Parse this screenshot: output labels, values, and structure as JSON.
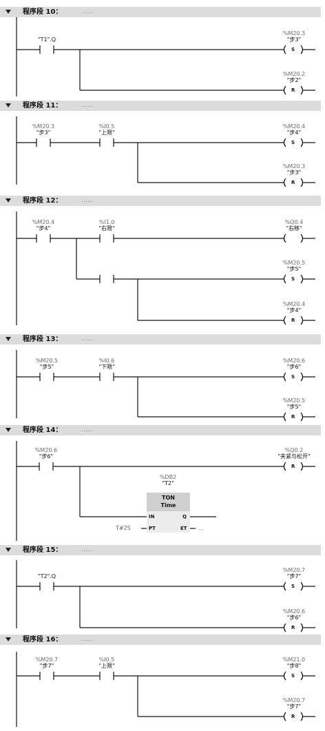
{
  "networks": [
    {
      "title": "程序段 10：",
      "comment": "......",
      "contacts": [
        {
          "addr": "",
          "name": "\"T1\".Q"
        }
      ],
      "coils": [
        {
          "addr": "%M20.3",
          "name": "\"步3\"",
          "type": "S"
        },
        {
          "addr": "%M20.2",
          "name": "\"步2\"",
          "type": "R"
        }
      ]
    },
    {
      "title": "程序段 11：",
      "comment": "......",
      "contacts": [
        {
          "addr": "%M20.3",
          "name": "\"步3\""
        },
        {
          "addr": "%I0.5",
          "name": "\"上限\""
        }
      ],
      "coils": [
        {
          "addr": "%M20.4",
          "name": "\"步4\"",
          "type": "S"
        },
        {
          "addr": "%M20.3",
          "name": "\"步3\"",
          "type": "R"
        }
      ]
    },
    {
      "title": "程序段 12：",
      "comment": "......",
      "contacts": [
        {
          "addr": "%M20.4",
          "name": "\"步4\""
        },
        {
          "addr": "%I1.0",
          "name": "\"右限\""
        }
      ],
      "coils": [
        {
          "addr": "%Q0.4",
          "name": "\"右移\"",
          "type": ""
        },
        {
          "addr": "%M20.5",
          "name": "\"步5\"",
          "type": "S"
        },
        {
          "addr": "%M20.4",
          "name": "\"步4\"",
          "type": "R"
        }
      ]
    },
    {
      "title": "程序段 13：",
      "comment": "......",
      "contacts": [
        {
          "addr": "%M20.5",
          "name": "\"步5\""
        },
        {
          "addr": "%I0.6",
          "name": "\"下限\""
        }
      ],
      "coils": [
        {
          "addr": "%M20.6",
          "name": "\"步6\"",
          "type": "S"
        },
        {
          "addr": "%M20.5",
          "name": "\"步5\"",
          "type": "R"
        }
      ]
    },
    {
      "title": "程序段 14：",
      "comment": "......",
      "contacts": [
        {
          "addr": "%M20.6",
          "name": "\"步6\""
        }
      ],
      "coils": [
        {
          "addr": "%Q0.2",
          "name": "\"夹紧与松开\"",
          "type": "R"
        }
      ],
      "timer": {
        "db": "%DB2",
        "name": "\"T2\"",
        "kind": "TON",
        "unit": "Time",
        "pin_in": "IN",
        "pin_pt": "PT",
        "pin_q": "Q",
        "pin_et": "ET",
        "pt_value": "T#2S",
        "et_value": "..."
      }
    },
    {
      "title": "程序段 15：",
      "comment": "......",
      "contacts": [
        {
          "addr": "",
          "name": "\"T2\".Q"
        }
      ],
      "coils": [
        {
          "addr": "%M20.7",
          "name": "\"步7\"",
          "type": "S"
        },
        {
          "addr": "%M20.6",
          "name": "\"步6\"",
          "type": "R"
        }
      ]
    },
    {
      "title": "程序段 16：",
      "comment": "......",
      "contacts": [
        {
          "addr": "%M20.7",
          "name": "\"步7\""
        },
        {
          "addr": "%I0.5",
          "name": "\"上限\""
        }
      ],
      "coils": [
        {
          "addr": "%M21.0",
          "name": "\"步8\"",
          "type": "S"
        },
        {
          "addr": "%M20.7",
          "name": "\"步7\"",
          "type": "R"
        }
      ]
    }
  ]
}
